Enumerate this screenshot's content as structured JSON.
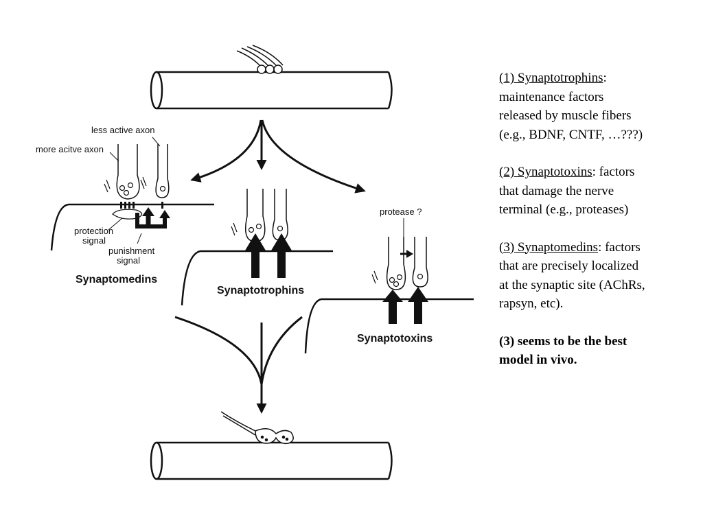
{
  "labels": {
    "less_active_axon": "less active axon",
    "more_active_axon": "more acitve axon",
    "protection_signal_1": "protection",
    "protection_signal_2": "signal",
    "punishment_signal_1": "punishment",
    "punishment_signal_2": "signal",
    "synaptomedins": "Synaptomedins",
    "synaptotrophins": "Synaptotrophins",
    "synaptotoxins": "Synaptotoxins",
    "protease": "protease ?"
  },
  "side": {
    "item1_title": "(1) Synaptotrophins",
    "item1_body": ": maintenance factors released by muscle fibers (e.g., BDNF, CNTF, …???)",
    "item2_title": "(2) Synaptotoxins",
    "item2_body": ": factors that damage the nerve terminal (e.g., proteases)",
    "item3_title": "(3) Synaptomedins",
    "item3_body": ": factors that are precisely localized at the synaptic site (AChRs, rapsyn, etc).",
    "conclusion": "(3) seems to be the best model in vivo."
  }
}
